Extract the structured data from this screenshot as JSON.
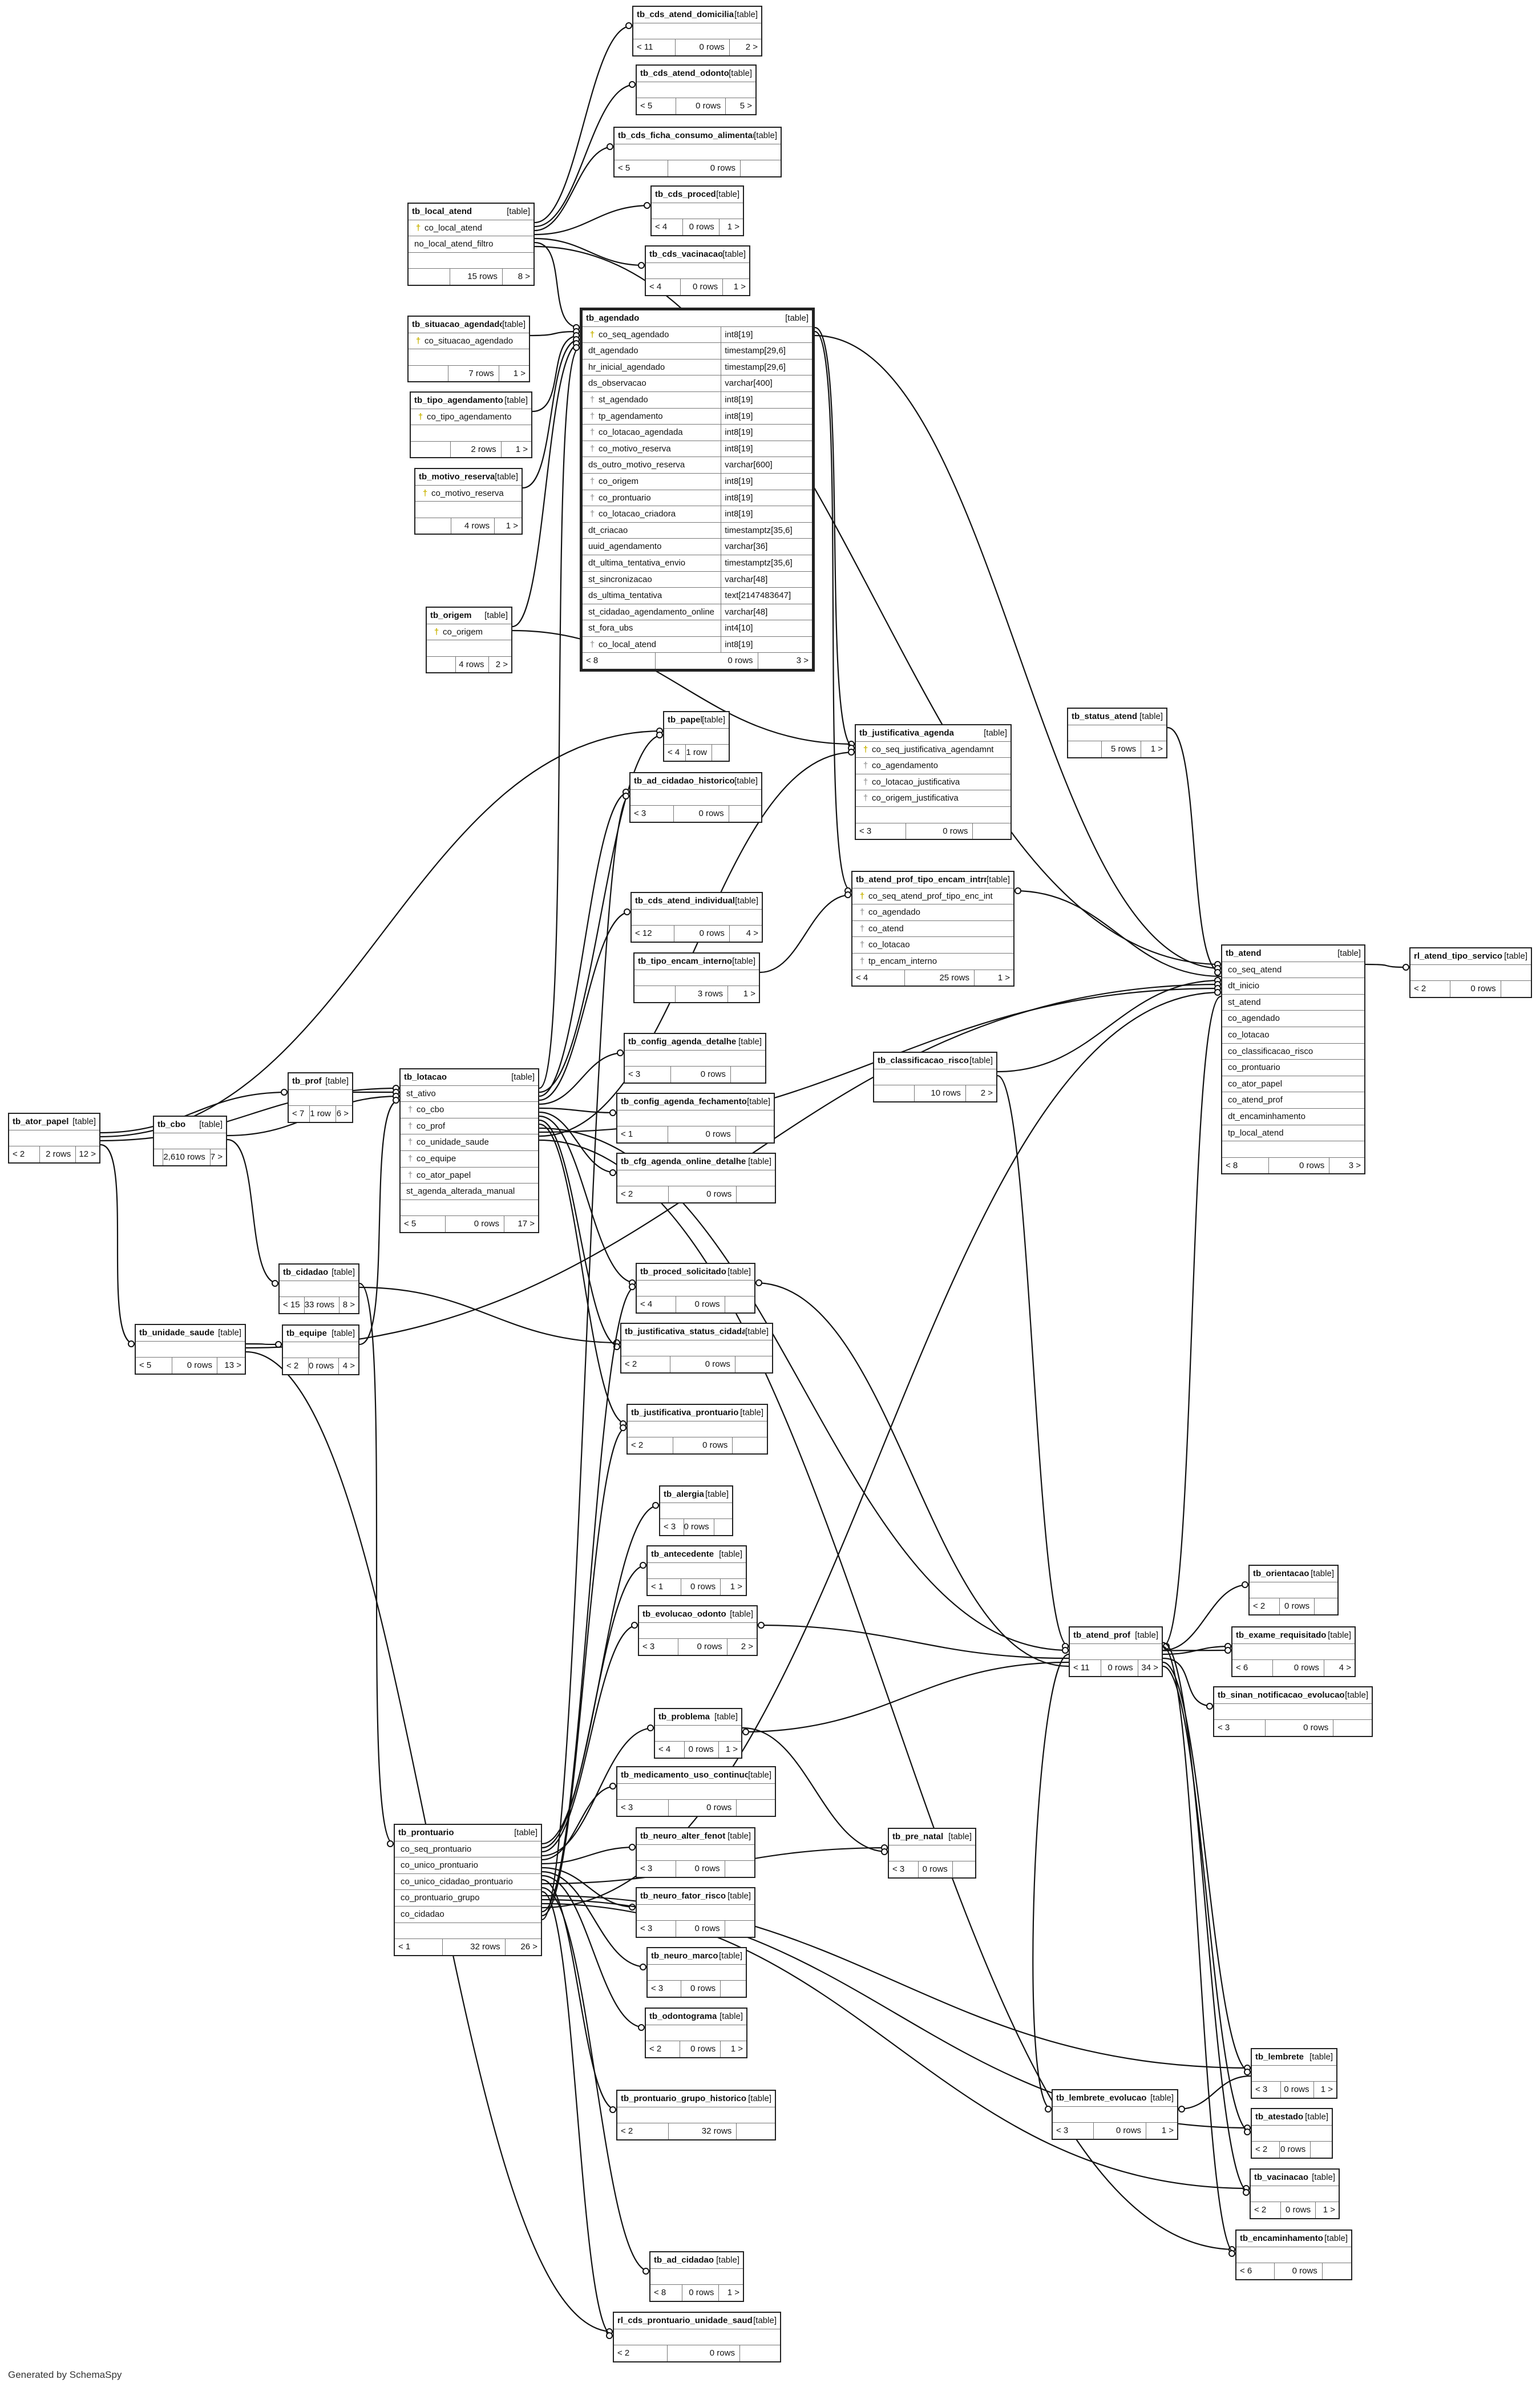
{
  "footer": "Generated by SchemaSpy",
  "kind_label": "[table]",
  "tables": [
    {
      "id": "tb_cds_atend_domiciliar",
      "name": "tb_cds_atend_domiciliar",
      "cols": [
        {
          "t": ""
        }
      ],
      "foot": [
        "< 11",
        "0 rows",
        "2 >"
      ]
    },
    {
      "id": "tb_cds_atend_odonto",
      "name": "tb_cds_atend_odonto",
      "cols": [
        {
          "t": ""
        }
      ],
      "foot": [
        "< 5",
        "0 rows",
        "5 >"
      ]
    },
    {
      "id": "tb_cds_ficha_consumo_alimentar",
      "name": "tb_cds_ficha_consumo_alimentar",
      "cols": [
        {
          "t": ""
        }
      ],
      "foot": [
        "< 5",
        "0 rows",
        ""
      ]
    },
    {
      "id": "tb_cds_proced",
      "name": "tb_cds_proced",
      "cols": [
        {
          "t": ""
        }
      ],
      "foot": [
        "< 4",
        "0 rows",
        "1 >"
      ]
    },
    {
      "id": "tb_cds_vacinacao",
      "name": "tb_cds_vacinacao",
      "cols": [
        {
          "t": ""
        }
      ],
      "foot": [
        "< 4",
        "0 rows",
        "1 >"
      ]
    },
    {
      "id": "tb_local_atend",
      "name": "tb_local_atend",
      "cols": [
        {
          "t": "co_local_atend",
          "pk": true
        },
        {
          "t": "no_local_atend_filtro"
        },
        {
          "t": ""
        }
      ],
      "foot": [
        "",
        "15 rows",
        "8 >"
      ]
    },
    {
      "id": "tb_situacao_agendado",
      "name": "tb_situacao_agendado",
      "cols": [
        {
          "t": "co_situacao_agendado",
          "pk": true
        },
        {
          "t": ""
        }
      ],
      "foot": [
        "",
        "7 rows",
        "1 >"
      ]
    },
    {
      "id": "tb_tipo_agendamento",
      "name": "tb_tipo_agendamento",
      "cols": [
        {
          "t": "co_tipo_agendamento",
          "pk": true
        },
        {
          "t": ""
        }
      ],
      "foot": [
        "",
        "2 rows",
        "1 >"
      ]
    },
    {
      "id": "tb_motivo_reserva",
      "name": "tb_motivo_reserva",
      "cols": [
        {
          "t": "co_motivo_reserva",
          "pk": true
        },
        {
          "t": ""
        }
      ],
      "foot": [
        "",
        "4 rows",
        "1 >"
      ]
    },
    {
      "id": "tb_origem",
      "name": "tb_origem",
      "cols": [
        {
          "t": "co_origem",
          "pk": true
        },
        {
          "t": ""
        }
      ],
      "foot": [
        "",
        "4 rows",
        "2 >"
      ]
    },
    {
      "id": "tb_agendado",
      "name": "tb_agendado",
      "big": true,
      "cols": [
        {
          "t": "co_seq_agendado",
          "pk": true,
          "ty": "int8[19]"
        },
        {
          "t": "dt_agendado",
          "ty": "timestamp[29,6]"
        },
        {
          "t": "hr_inicial_agendado",
          "ty": "timestamp[29,6]"
        },
        {
          "t": "ds_observacao",
          "ty": "varchar[400]"
        },
        {
          "t": "st_agendado",
          "fk": true,
          "ty": "int8[19]"
        },
        {
          "t": "tp_agendamento",
          "fk": true,
          "ty": "int8[19]"
        },
        {
          "t": "co_lotacao_agendada",
          "fk": true,
          "ty": "int8[19]"
        },
        {
          "t": "co_motivo_reserva",
          "fk": true,
          "ty": "int8[19]"
        },
        {
          "t": "ds_outro_motivo_reserva",
          "ty": "varchar[600]"
        },
        {
          "t": "co_origem",
          "fk": true,
          "ty": "int8[19]"
        },
        {
          "t": "co_prontuario",
          "fk": true,
          "ty": "int8[19]"
        },
        {
          "t": "co_lotacao_criadora",
          "fk": true,
          "ty": "int8[19]"
        },
        {
          "t": "dt_criacao",
          "ty": "timestamptz[35,6]"
        },
        {
          "t": "uuid_agendamento",
          "ty": "varchar[36]"
        },
        {
          "t": "dt_ultima_tentativa_envio",
          "ty": "timestamptz[35,6]"
        },
        {
          "t": "st_sincronizacao",
          "ty": "varchar[48]"
        },
        {
          "t": "ds_ultima_tentativa",
          "ty": "text[2147483647]"
        },
        {
          "t": "st_cidadao_agendamento_online",
          "ty": "varchar[48]"
        },
        {
          "t": "st_fora_ubs",
          "ty": "int4[10]"
        },
        {
          "t": "co_local_atend",
          "fk": true,
          "ty": "int8[19]"
        }
      ],
      "foot": [
        "< 8",
        "0 rows",
        "3 >"
      ]
    },
    {
      "id": "tb_papel",
      "name": "tb_papel",
      "cols": [
        {
          "t": ""
        }
      ],
      "foot": [
        "< 4",
        "1 row",
        ""
      ]
    },
    {
      "id": "tb_ad_cidadao_historico",
      "name": "tb_ad_cidadao_historico",
      "cols": [
        {
          "t": ""
        }
      ],
      "foot": [
        "< 3",
        "0 rows",
        ""
      ]
    },
    {
      "id": "tb_justificativa_agenda",
      "name": "tb_justificativa_agenda",
      "cols": [
        {
          "t": "co_seq_justificativa_agendamnt",
          "pk": true
        },
        {
          "t": "co_agendamento",
          "fk": true
        },
        {
          "t": "co_lotacao_justificativa",
          "fk": true
        },
        {
          "t": "co_origem_justificativa",
          "fk": true
        },
        {
          "t": ""
        }
      ],
      "foot": [
        "< 3",
        "0 rows",
        ""
      ]
    },
    {
      "id": "tb_status_atend",
      "name": "tb_status_atend",
      "cols": [
        {
          "t": ""
        }
      ],
      "foot": [
        "",
        "5 rows",
        "1 >"
      ]
    },
    {
      "id": "tb_cds_atend_individual",
      "name": "tb_cds_atend_individual",
      "cols": [
        {
          "t": ""
        }
      ],
      "foot": [
        "< 12",
        "0 rows",
        "4 >"
      ]
    },
    {
      "id": "tb_tipo_encam_interno",
      "name": "tb_tipo_encam_interno",
      "cols": [
        {
          "t": ""
        }
      ],
      "foot": [
        "",
        "3 rows",
        "1 >"
      ]
    },
    {
      "id": "tb_atend_prof_tipo_encam_intrn",
      "name": "tb_atend_prof_tipo_encam_intrn",
      "cols": [
        {
          "t": "co_seq_atend_prof_tipo_enc_int",
          "pk": true
        },
        {
          "t": "co_agendado",
          "fk": true
        },
        {
          "t": "co_atend",
          "fk": true
        },
        {
          "t": "co_lotacao",
          "fk": true
        },
        {
          "t": "tp_encam_interno",
          "fk": true
        }
      ],
      "foot": [
        "< 4",
        "25 rows",
        "1 >"
      ]
    },
    {
      "id": "tb_atend",
      "name": "tb_atend",
      "cols": [
        {
          "t": "co_seq_atend"
        },
        {
          "t": "dt_inicio"
        },
        {
          "t": "st_atend"
        },
        {
          "t": "co_agendado"
        },
        {
          "t": "co_lotacao"
        },
        {
          "t": "co_classificacao_risco"
        },
        {
          "t": "co_prontuario"
        },
        {
          "t": "co_ator_papel"
        },
        {
          "t": "co_atend_prof"
        },
        {
          "t": "dt_encaminhamento"
        },
        {
          "t": "tp_local_atend"
        },
        {
          "t": ""
        }
      ],
      "foot": [
        "< 8",
        "0 rows",
        "3 >"
      ]
    },
    {
      "id": "rl_atend_tipo_servico",
      "name": "rl_atend_tipo_servico",
      "cols": [
        {
          "t": ""
        }
      ],
      "foot": [
        "< 2",
        "0 rows",
        ""
      ]
    },
    {
      "id": "tb_prof",
      "name": "tb_prof",
      "cols": [
        {
          "t": ""
        }
      ],
      "foot": [
        "< 7",
        "1 row",
        "6 >"
      ]
    },
    {
      "id": "tb_ator_papel",
      "name": "tb_ator_papel",
      "cols": [
        {
          "t": ""
        }
      ],
      "foot": [
        "< 2",
        "2 rows",
        "12 >"
      ]
    },
    {
      "id": "tb_cbo",
      "name": "tb_cbo",
      "cols": [
        {
          "t": ""
        }
      ],
      "foot": [
        "",
        "2,610 rows",
        "7 >"
      ]
    },
    {
      "id": "tb_lotacao",
      "name": "tb_lotacao",
      "cols": [
        {
          "t": "st_ativo"
        },
        {
          "t": "co_cbo",
          "fk": true
        },
        {
          "t": "co_prof",
          "fk": true
        },
        {
          "t": "co_unidade_saude",
          "fk": true
        },
        {
          "t": "co_equipe",
          "fk": true
        },
        {
          "t": "co_ator_papel",
          "fk": true
        },
        {
          "t": "st_agenda_alterada_manual"
        },
        {
          "t": ""
        }
      ],
      "foot": [
        "< 5",
        "0 rows",
        "17 >"
      ]
    },
    {
      "id": "tb_config_agenda_detalhe",
      "name": "tb_config_agenda_detalhe",
      "cols": [
        {
          "t": ""
        }
      ],
      "foot": [
        "< 3",
        "0 rows",
        ""
      ]
    },
    {
      "id": "tb_config_agenda_fechamento",
      "name": "tb_config_agenda_fechamento",
      "cols": [
        {
          "t": ""
        }
      ],
      "foot": [
        "< 1",
        "0 rows",
        ""
      ]
    },
    {
      "id": "tb_cfg_agenda_online_detalhe",
      "name": "tb_cfg_agenda_online_detalhe",
      "cols": [
        {
          "t": ""
        }
      ],
      "foot": [
        "< 2",
        "0 rows",
        ""
      ]
    },
    {
      "id": "tb_classificacao_risco",
      "name": "tb_classificacao_risco",
      "cols": [
        {
          "t": ""
        }
      ],
      "foot": [
        "",
        "10 rows",
        "2 >"
      ]
    },
    {
      "id": "tb_cidadao",
      "name": "tb_cidadao",
      "cols": [
        {
          "t": ""
        }
      ],
      "foot": [
        "< 15",
        "33 rows",
        "8 >"
      ]
    },
    {
      "id": "tb_unidade_saude",
      "name": "tb_unidade_saude",
      "cols": [
        {
          "t": ""
        }
      ],
      "foot": [
        "< 5",
        "0 rows",
        "13 >"
      ]
    },
    {
      "id": "tb_equipe",
      "name": "tb_equipe",
      "cols": [
        {
          "t": ""
        }
      ],
      "foot": [
        "< 2",
        "0 rows",
        "4 >"
      ]
    },
    {
      "id": "tb_proced_solicitado",
      "name": "tb_proced_solicitado",
      "cols": [
        {
          "t": ""
        }
      ],
      "foot": [
        "< 4",
        "0 rows",
        ""
      ]
    },
    {
      "id": "tb_justificativa_status_cidadao",
      "name": "tb_justificativa_status_cidadao",
      "cols": [
        {
          "t": ""
        }
      ],
      "foot": [
        "< 2",
        "0 rows",
        ""
      ]
    },
    {
      "id": "tb_justificativa_prontuario",
      "name": "tb_justificativa_prontuario",
      "cols": [
        {
          "t": ""
        }
      ],
      "foot": [
        "< 2",
        "0 rows",
        ""
      ]
    },
    {
      "id": "tb_alergia",
      "name": "tb_alergia",
      "cols": [
        {
          "t": ""
        }
      ],
      "foot": [
        "< 3",
        "0 rows",
        ""
      ]
    },
    {
      "id": "tb_antecedente",
      "name": "tb_antecedente",
      "cols": [
        {
          "t": ""
        }
      ],
      "foot": [
        "< 1",
        "0 rows",
        "1 >"
      ]
    },
    {
      "id": "tb_evolucao_odonto",
      "name": "tb_evolucao_odonto",
      "cols": [
        {
          "t": ""
        }
      ],
      "foot": [
        "< 3",
        "0 rows",
        "2 >"
      ]
    },
    {
      "id": "tb_orientacao",
      "name": "tb_orientacao",
      "cols": [
        {
          "t": ""
        }
      ],
      "foot": [
        "< 2",
        "0 rows",
        ""
      ]
    },
    {
      "id": "tb_atend_prof",
      "name": "tb_atend_prof",
      "cols": [
        {
          "t": ""
        }
      ],
      "foot": [
        "< 11",
        "0 rows",
        "34 >"
      ]
    },
    {
      "id": "tb_exame_requisitado",
      "name": "tb_exame_requisitado",
      "cols": [
        {
          "t": ""
        }
      ],
      "foot": [
        "< 6",
        "0 rows",
        "4 >"
      ]
    },
    {
      "id": "tb_sinan_notificacao_evolucao",
      "name": "tb_sinan_notificacao_evolucao",
      "cols": [
        {
          "t": ""
        }
      ],
      "foot": [
        "< 3",
        "0 rows",
        ""
      ]
    },
    {
      "id": "tb_problema",
      "name": "tb_problema",
      "cols": [
        {
          "t": ""
        }
      ],
      "foot": [
        "< 4",
        "0 rows",
        "1 >"
      ]
    },
    {
      "id": "tb_medicamento_uso_continuo",
      "name": "tb_medicamento_uso_continuo",
      "cols": [
        {
          "t": ""
        }
      ],
      "foot": [
        "< 3",
        "0 rows",
        ""
      ]
    },
    {
      "id": "tb_prontuario",
      "name": "tb_prontuario",
      "cols": [
        {
          "t": "co_seq_prontuario"
        },
        {
          "t": "co_unico_prontuario"
        },
        {
          "t": "co_unico_cidadao_prontuario"
        },
        {
          "t": "co_prontuario_grupo"
        },
        {
          "t": "co_cidadao"
        },
        {
          "t": ""
        }
      ],
      "foot": [
        "< 1",
        "32 rows",
        "26 >"
      ]
    },
    {
      "id": "tb_neuro_alter_fenot",
      "name": "tb_neuro_alter_fenot",
      "cols": [
        {
          "t": ""
        }
      ],
      "foot": [
        "< 3",
        "0 rows",
        ""
      ]
    },
    {
      "id": "tb_pre_natal",
      "name": "tb_pre_natal",
      "cols": [
        {
          "t": ""
        }
      ],
      "foot": [
        "< 3",
        "0 rows",
        ""
      ]
    },
    {
      "id": "tb_neuro_fator_risco",
      "name": "tb_neuro_fator_risco",
      "cols": [
        {
          "t": ""
        }
      ],
      "foot": [
        "< 3",
        "0 rows",
        ""
      ]
    },
    {
      "id": "tb_neuro_marco",
      "name": "tb_neuro_marco",
      "cols": [
        {
          "t": ""
        }
      ],
      "foot": [
        "< 3",
        "0 rows",
        ""
      ]
    },
    {
      "id": "tb_odontograma",
      "name": "tb_odontograma",
      "cols": [
        {
          "t": ""
        }
      ],
      "foot": [
        "< 2",
        "0 rows",
        "1 >"
      ]
    },
    {
      "id": "tb_lembrete",
      "name": "tb_lembrete",
      "cols": [
        {
          "t": ""
        }
      ],
      "foot": [
        "< 3",
        "0 rows",
        "1 >"
      ]
    },
    {
      "id": "tb_prontuario_grupo_historico",
      "name": "tb_prontuario_grupo_historico",
      "cols": [
        {
          "t": ""
        }
      ],
      "foot": [
        "< 2",
        "32 rows",
        ""
      ]
    },
    {
      "id": "tb_lembrete_evolucao",
      "name": "tb_lembrete_evolucao",
      "cols": [
        {
          "t": ""
        }
      ],
      "foot": [
        "< 3",
        "0 rows",
        "1 >"
      ]
    },
    {
      "id": "tb_atestado",
      "name": "tb_atestado",
      "cols": [
        {
          "t": ""
        }
      ],
      "foot": [
        "< 2",
        "0 rows",
        ""
      ]
    },
    {
      "id": "tb_vacinacao",
      "name": "tb_vacinacao",
      "cols": [
        {
          "t": ""
        }
      ],
      "foot": [
        "< 2",
        "0 rows",
        "1 >"
      ]
    },
    {
      "id": "tb_encaminhamento",
      "name": "tb_encaminhamento",
      "cols": [
        {
          "t": ""
        }
      ],
      "foot": [
        "< 6",
        "0 rows",
        ""
      ]
    },
    {
      "id": "tb_ad_cidadao",
      "name": "tb_ad_cidadao",
      "cols": [
        {
          "t": ""
        }
      ],
      "foot": [
        "< 8",
        "0 rows",
        "1 >"
      ]
    },
    {
      "id": "rl_cds_prontuario_unidade_saud",
      "name": "rl_cds_prontuario_unidade_saud",
      "cols": [
        {
          "t": ""
        }
      ],
      "foot": [
        "< 2",
        "0 rows",
        ""
      ]
    }
  ]
}
